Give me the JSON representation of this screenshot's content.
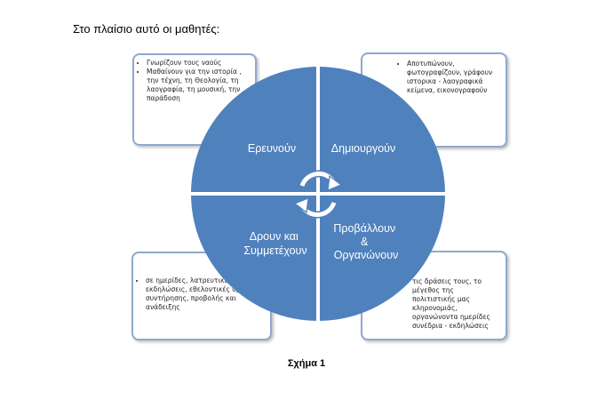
{
  "intro_text": "Στο πλαίσιο αυτό οι μαθητές:",
  "quadrants": {
    "top_left": "Ερευνούν",
    "top_right": "Δημιουργούν",
    "bottom_left": [
      "Δρουν και",
      "Συμμετέχουν"
    ],
    "bottom_right": [
      "Προβάλλουν",
      "&",
      "Οργανώνουν"
    ]
  },
  "boxes": {
    "top_left": [
      "Γνωρίζουν τους ναούς",
      "Μαθαίνουν για την ιστορία , την τέχνη, τη Θεολογία, τη λαογραφία, τη μουσική, την παράδοση"
    ],
    "top_right": [
      "Αποτυπώνουν, φωτογραφίζουν, γράφουν ιστορικα - λαογραφικά κείμενα, εικονογραφούν"
    ],
    "bottom_left": [
      "σε ημερίδες, λατρευτικές εκδηλώσεις, εθελοντικές δράσεις, συντήρησης, προβολής και ανάδειξης"
    ],
    "bottom_right": "τις δράσεις τους, το μέγεθος της πολιτιστικής μας κληρονομιάς, οργανώνοντα ημερίδες συνέδρια - εκδηλώσεις"
  },
  "caption": "Σχήμα 1",
  "colors": {
    "circle": "#4f81bd",
    "border": "#8fa9cf",
    "divider": "#ffffff"
  },
  "icons": [
    "cycle-arrows-icon"
  ]
}
